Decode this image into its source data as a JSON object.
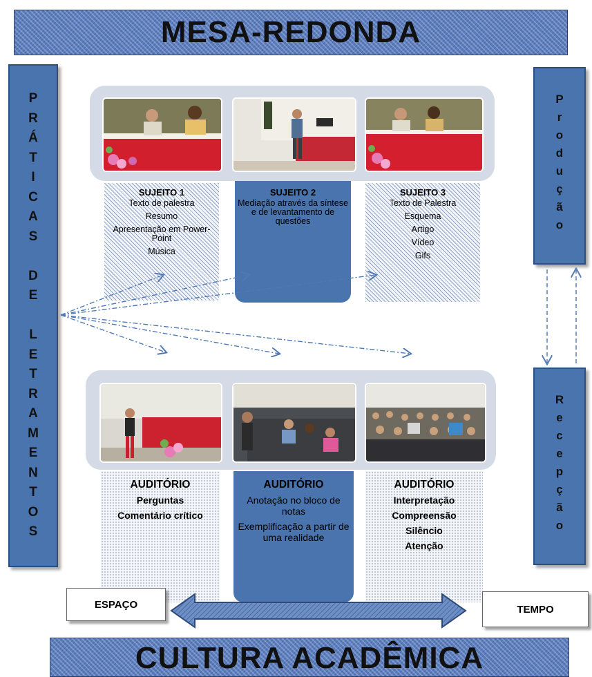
{
  "title_top": "MESA-REDONDA",
  "title_bottom": "CULTURA ACADÊMICA",
  "left_bar": [
    "P",
    "R",
    "Á",
    "T",
    "I",
    "C",
    "A",
    "S",
    "",
    "D",
    "E",
    "",
    "L",
    "E",
    "T",
    "R",
    "A",
    "M",
    "E",
    "N",
    "T",
    "O",
    "S"
  ],
  "right_top_bar": [
    "P",
    "r",
    "o",
    "d",
    "u",
    "ç",
    "ã",
    "o"
  ],
  "right_bottom_bar": [
    "R",
    "e",
    "c",
    "e",
    "p",
    "ç",
    "ã",
    "o"
  ],
  "photos_top": [
    "round-table-speakers-photo",
    "speaker-standing-photo",
    "round-table-speakers-photo-2"
  ],
  "photos_bottom": [
    "audience-question-photo",
    "audience-notes-photo",
    "auditorium-audience-photo"
  ],
  "subjects": [
    {
      "head": "SUJEITO 1",
      "items": [
        "Texto de palestra",
        "Resumo",
        "Apresentação em Power-Point",
        "Música"
      ]
    },
    {
      "head": "SUJEITO 2",
      "items": [
        "Mediação através da síntese e de levantamento de questões"
      ]
    },
    {
      "head": "SUJEITO 3",
      "items": [
        "Texto de Palestra",
        "Esquema",
        "Artigo",
        "Vídeo",
        "Gifs"
      ]
    }
  ],
  "audience": [
    {
      "head": "AUDITÓRIO",
      "items": [
        "Perguntas",
        "Comentário crítico"
      ]
    },
    {
      "head": "AUDITÓRIO",
      "items": [
        "Anotação no bloco de notas",
        "Exemplificação a partir de uma realidade"
      ]
    },
    {
      "head": "AUDITÓRIO",
      "items": [
        "Interpretação",
        "Compreensão",
        "Silêncio",
        "Atenção"
      ]
    }
  ],
  "space_label": "ESPAÇO",
  "time_label": "TEMPO",
  "colors": {
    "bar": "#4a74ad",
    "panel": "#d4dbe6",
    "banner": "#5b7dbe"
  }
}
